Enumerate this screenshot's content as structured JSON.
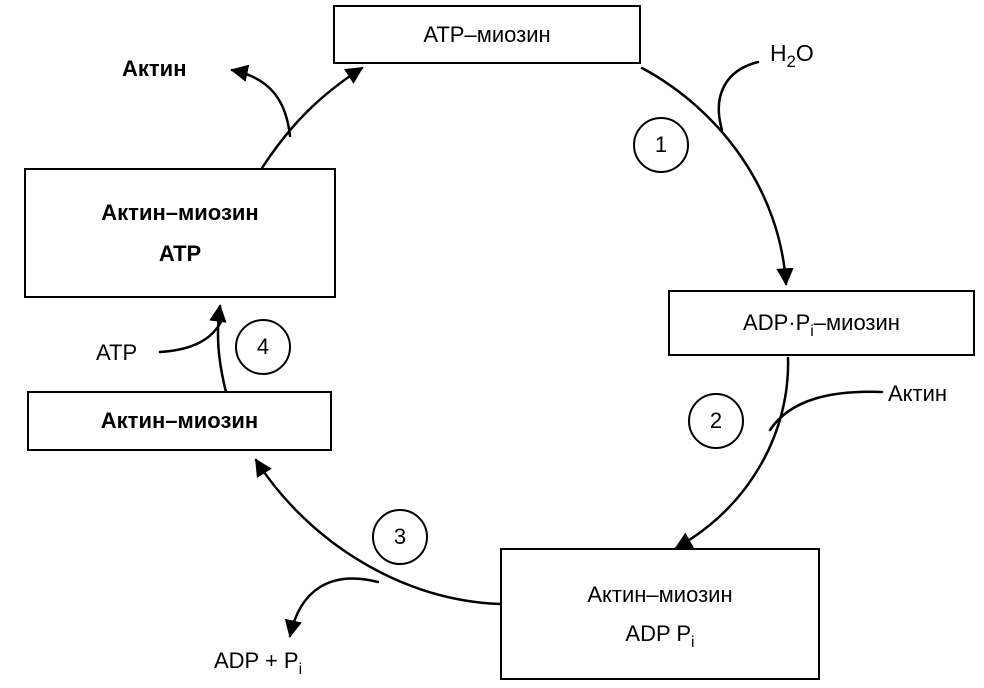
{
  "boxes": {
    "atp_myosin": "ATP–миозин",
    "adp_pi_myosin": {
      "pre": "ADP·P",
      "sub": "i",
      "post": "–миозин"
    },
    "actin_myosin_adp_pi": {
      "line1": "Актин–миозин",
      "line2_pre": "ADP P",
      "line2_sub": "i"
    },
    "actin_myosin": "Актин–миозин",
    "actin_myosin_atp": {
      "line1": "Актин–миозин",
      "line2": "ATP"
    }
  },
  "side_labels": {
    "water": {
      "pre": "H",
      "sub": "2",
      "post": "O"
    },
    "actin_in": "Актин",
    "adp_pi_out": {
      "pre": "ADP + P",
      "sub": "i"
    },
    "atp_in": "ATP",
    "actin_out": "Актин"
  },
  "steps": [
    "1",
    "2",
    "3",
    "4"
  ]
}
